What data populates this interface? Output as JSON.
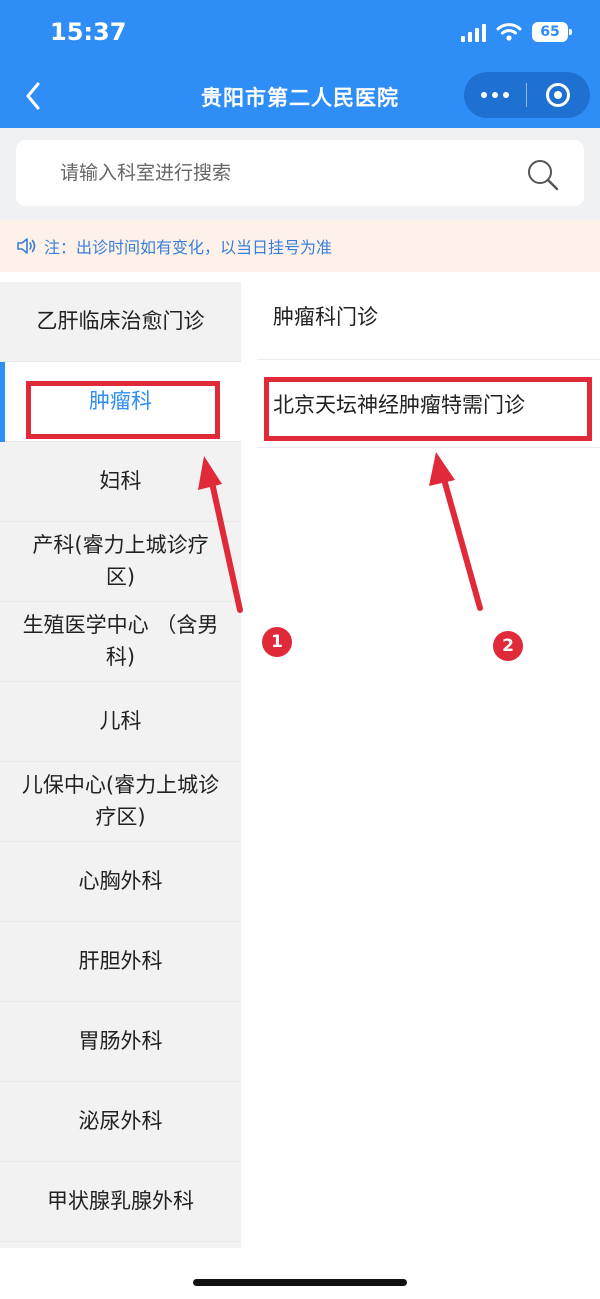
{
  "status_bar": {
    "time": "15:37",
    "battery": "65"
  },
  "nav": {
    "title": "贵阳市第二人民医院"
  },
  "search": {
    "placeholder": "请输入科室进行搜索",
    "value": ""
  },
  "notice": {
    "text": "注：出诊时间如有变化，以当日挂号为准"
  },
  "departments": [
    {
      "label": "乙肝临床治愈门诊"
    },
    {
      "label": "肿瘤科",
      "active": true
    },
    {
      "label": "妇科"
    },
    {
      "label": "产科(睿力上城诊疗区)"
    },
    {
      "label": "生殖医学中心 （含男科)"
    },
    {
      "label": "儿科"
    },
    {
      "label": "儿保中心(睿力上城诊疗区)"
    },
    {
      "label": "心胸外科"
    },
    {
      "label": "肝胆外科"
    },
    {
      "label": "胃肠外科"
    },
    {
      "label": "泌尿外科"
    },
    {
      "label": "甲状腺乳腺外科"
    }
  ],
  "clinics": [
    {
      "label": "肿瘤科门诊"
    },
    {
      "label": "北京天坛神经肿瘤特需门诊"
    }
  ],
  "annotations": [
    {
      "label": "1"
    },
    {
      "label": "2"
    }
  ],
  "colors": {
    "primary": "#2f8ef5",
    "annotation": "#e02a3a",
    "notice_bg": "#fdf1ea"
  }
}
